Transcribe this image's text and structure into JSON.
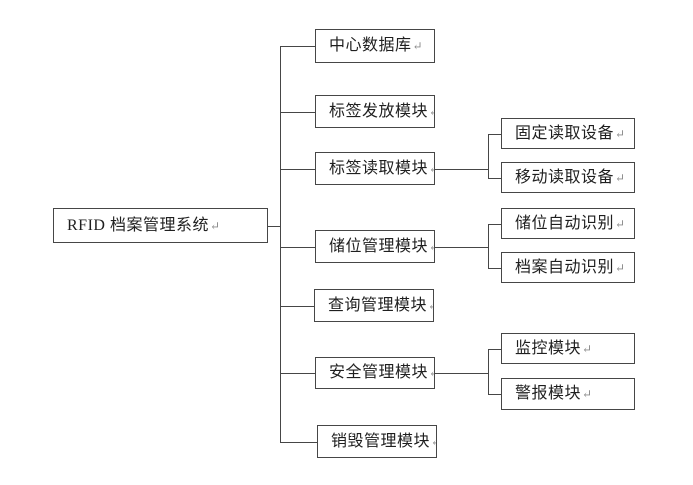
{
  "diagram": {
    "type": "tree-org-chart",
    "return_mark": "↵",
    "colors": {
      "background": "#ffffff",
      "line": "#464646",
      "box_border": "#464646",
      "text": "#1f1f1f",
      "return_mark": "#8c8c8c"
    },
    "nodes": [
      {
        "id": "root",
        "label": "RFID 档案管理系统",
        "parent": null
      },
      {
        "id": "central-database",
        "label": "中心数据库",
        "parent": "root"
      },
      {
        "id": "tag-issue-module",
        "label": "标签发放模块",
        "parent": "root"
      },
      {
        "id": "tag-read-module",
        "label": "标签读取模块",
        "parent": "root"
      },
      {
        "id": "fixed-read-device",
        "label": "固定读取设备",
        "parent": "tag-read-module"
      },
      {
        "id": "mobile-read-device",
        "label": "移动读取设备",
        "parent": "tag-read-module"
      },
      {
        "id": "storage-module",
        "label": "储位管理模块",
        "parent": "root"
      },
      {
        "id": "storage-auto-id",
        "label": "储位自动识别",
        "parent": "storage-module"
      },
      {
        "id": "archive-auto-id",
        "label": "档案自动识别",
        "parent": "storage-module"
      },
      {
        "id": "query-module",
        "label": "查询管理模块",
        "parent": "root"
      },
      {
        "id": "security-module",
        "label": "安全管理模块",
        "parent": "root"
      },
      {
        "id": "monitor-module",
        "label": "监控模块",
        "parent": "security-module"
      },
      {
        "id": "alarm-module",
        "label": "警报模块",
        "parent": "security-module"
      },
      {
        "id": "destroy-module",
        "label": "销毁管理模块",
        "parent": "root"
      }
    ]
  }
}
